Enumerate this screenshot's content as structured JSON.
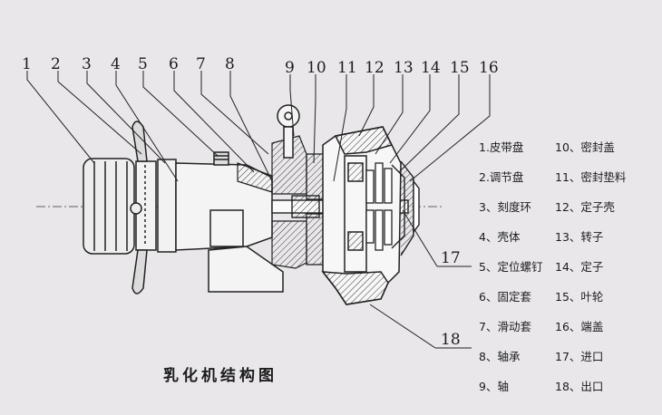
{
  "title": "乳化机结构图",
  "numbers": [
    "1",
    "2",
    "3",
    "4",
    "5",
    "6",
    "7",
    "8",
    "9",
    "10",
    "11",
    "12",
    "13",
    "14",
    "15",
    "16",
    "17",
    "18"
  ],
  "legend": [
    [
      "1.皮带盘",
      "10、密封盖"
    ],
    [
      "2.调节盘",
      "11、密封垫料"
    ],
    [
      "3、刻度环",
      "12、定子壳"
    ],
    [
      "4、壳体",
      "13、转子"
    ],
    [
      "5、定位螺钉",
      "14、定子"
    ],
    [
      "6、固定套",
      "15、叶轮"
    ],
    [
      "7、滑动套",
      "16、端盖"
    ],
    [
      "8、轴承",
      "17、进口"
    ],
    [
      "9、轴",
      "18、出口"
    ]
  ]
}
